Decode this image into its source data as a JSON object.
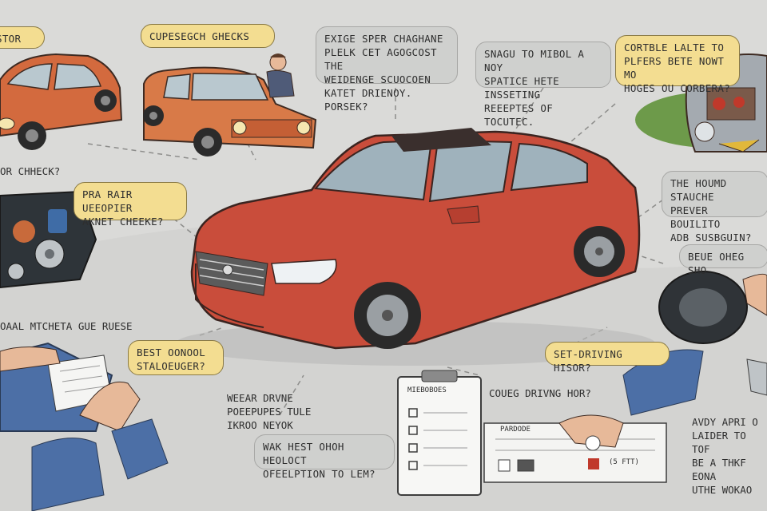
{
  "labels": {
    "l1": "STOR",
    "l2": "CUPESEGCH GHECKS",
    "l3": "EXIGE SPER CHAGHANE\nPLELK CET AGOGCOST THE\nWEIDENGE SCUOCOEN\nKATET DRIENOY. PORSEK?",
    "l4": "SNAGU TO MIBOL A NOY\nSPATICE HETE INSSETING\nREEEPTES OF TOCUTEC.",
    "l5": "CORTBLE LALTE TO\nPLFERS BETE NOWT MO\nHOGES OU CORBERA?",
    "l6": "OR CHHECK?",
    "l7": "PRA RAIR UEEOPIER\nAKNET CHEEKE?",
    "l8": "THE HOUMD STAUCHE\nPREVER BOUILITO\nADB SUSBGUIN?",
    "l9": "BEUE OHEG SHO",
    "l10": "OAAL MTCHETA GUE RUESE",
    "l11": "BEST OONOOL\nSTALOEUGER?",
    "l12": "SET-DRIVING HISOR?",
    "l13": "WEEAR DRVNE\nPOEEPUPES TULE\nIKROO NEYOK",
    "l14": "COUEG DRIVNG HOR?",
    "l15": "WAK HEST OHOH HEOLOCT\nOFEELPTION TO LEM?",
    "l16": "AVDY APRI O\nLAIDER TO TOF\nBE A THKF EONA\nUTHE WOKAO"
  },
  "clipboard": {
    "title": "MIEBOBOES"
  },
  "form": {
    "title": "PARDODE",
    "note": "(5 FTT)"
  }
}
